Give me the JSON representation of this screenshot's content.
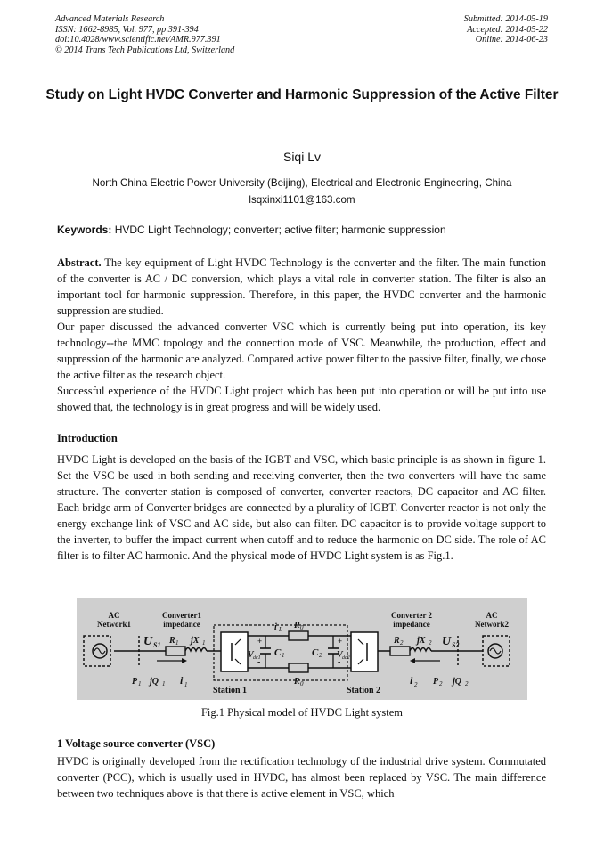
{
  "header": {
    "left": [
      "Advanced Materials Research",
      "ISSN: 1662-8985, Vol. 977, pp 391-394",
      "doi:10.4028/www.scientific.net/AMR.977.391",
      "© 2014 Trans Tech Publications Ltd, Switzerland"
    ],
    "right": [
      "Submitted: 2014-05-19",
      "Accepted: 2014-05-22",
      "Online: 2014-06-23"
    ]
  },
  "title": "Study on Light HVDC Converter and Harmonic Suppression of the Active Filter",
  "author": "Siqi Lv",
  "affiliation": "North China Electric Power University (Beijing), Electrical and Electronic Engineering, China",
  "email": "lsqxinxi1101@163.com",
  "keywords": {
    "label": "Keywords:",
    "text": "HVDC Light Technology; converter; active filter; harmonic suppression"
  },
  "abstract": {
    "label": "Abstract.",
    "p1": "The key equipment of Light HVDC Technology is the converter and the filter. The main function of the converter is AC / DC conversion, which plays a vital role in converter station. The filter is also an important tool for harmonic suppression. Therefore, in this paper, the HVDC converter and the harmonic suppression are studied.",
    "p2": "Our paper discussed the advanced converter VSC which is currently being put into operation, its key technology--the MMC topology and the connection mode of VSC. Meanwhile, the production, effect and suppression of the harmonic are analyzed. Compared active power filter to the passive filter, finally, we chose the active filter as the research object.",
    "p3": "Successful experience of the HVDC Light project which has been put into operation or will be put into use showed that, the technology is in great progress and will be widely used."
  },
  "introduction": {
    "heading": "Introduction",
    "text": "HVDC Light is developed on the basis of the IGBT and VSC, which basic principle is as shown in figure 1. Set the VSC be used in both sending and receiving converter, then the two converters will have the same structure. The converter station is composed of converter, converter reactors, DC capacitor and AC filter. Each bridge arm of Converter bridges are connected by a plurality of IGBT. Converter reactor is not only the energy exchange link of VSC and AC side, but also can filter. DC capacitor is to provide voltage support to the inverter, to buffer the impact current when cutoff and to reduce the harmonic on DC side. The role of AC filter is to filter AC harmonic. And the physical mode of HVDC Light system is as Fig.1."
  },
  "figure": {
    "caption": "Fig.1 Physical model of HVDC Light system",
    "labels": {
      "ac_network1": [
        "AC",
        "Network1"
      ],
      "converter1": [
        "Converter1",
        "impedance"
      ],
      "converter2": [
        "Converter 2",
        "impedance"
      ],
      "ac_network2": [
        "AC",
        "Network2"
      ],
      "us1": "U",
      "us1_sub": "S1",
      "us2": "U",
      "us2_sub": "S2",
      "r1": "R",
      "r1_sub": "1",
      "jx1": "jX",
      "jx1_sub": "1",
      "r2": "R",
      "r2_sub": "2",
      "jx2": "jX",
      "jx2_sub": "2",
      "il": "i",
      "il_sub": "L",
      "r0_top": "R",
      "r0_top_sub": "0",
      "r0_bot": "R",
      "r0_bot_sub": "0",
      "vdc1": "V",
      "vdc1_sub": "dc1",
      "vdc2": "V",
      "vdc2_sub": "dc2",
      "c1": "C",
      "c1_sub": "1",
      "c2": "C",
      "c2_sub": "2",
      "p1": "P",
      "p1_sub": "1",
      "jq1": "jQ",
      "jq1_sub": "1",
      "i1": "i",
      "i1_sub": "1",
      "i2": "i",
      "i2_sub": "2",
      "p2": "P",
      "p2_sub": "2",
      "jq2": "jQ",
      "jq2_sub": "2",
      "station1": "Station 1",
      "station2": "Station 2",
      "plus": "+",
      "minus": "-"
    }
  },
  "section1": {
    "heading": "1 Voltage source converter (VSC)",
    "text": "HVDC is originally developed from the rectification technology of the industrial drive system. Commutated converter (PCC), which is usually used in HVDC, has almost been replaced by VSC. The main difference between two techniques above is that there is active element in VSC, which"
  }
}
